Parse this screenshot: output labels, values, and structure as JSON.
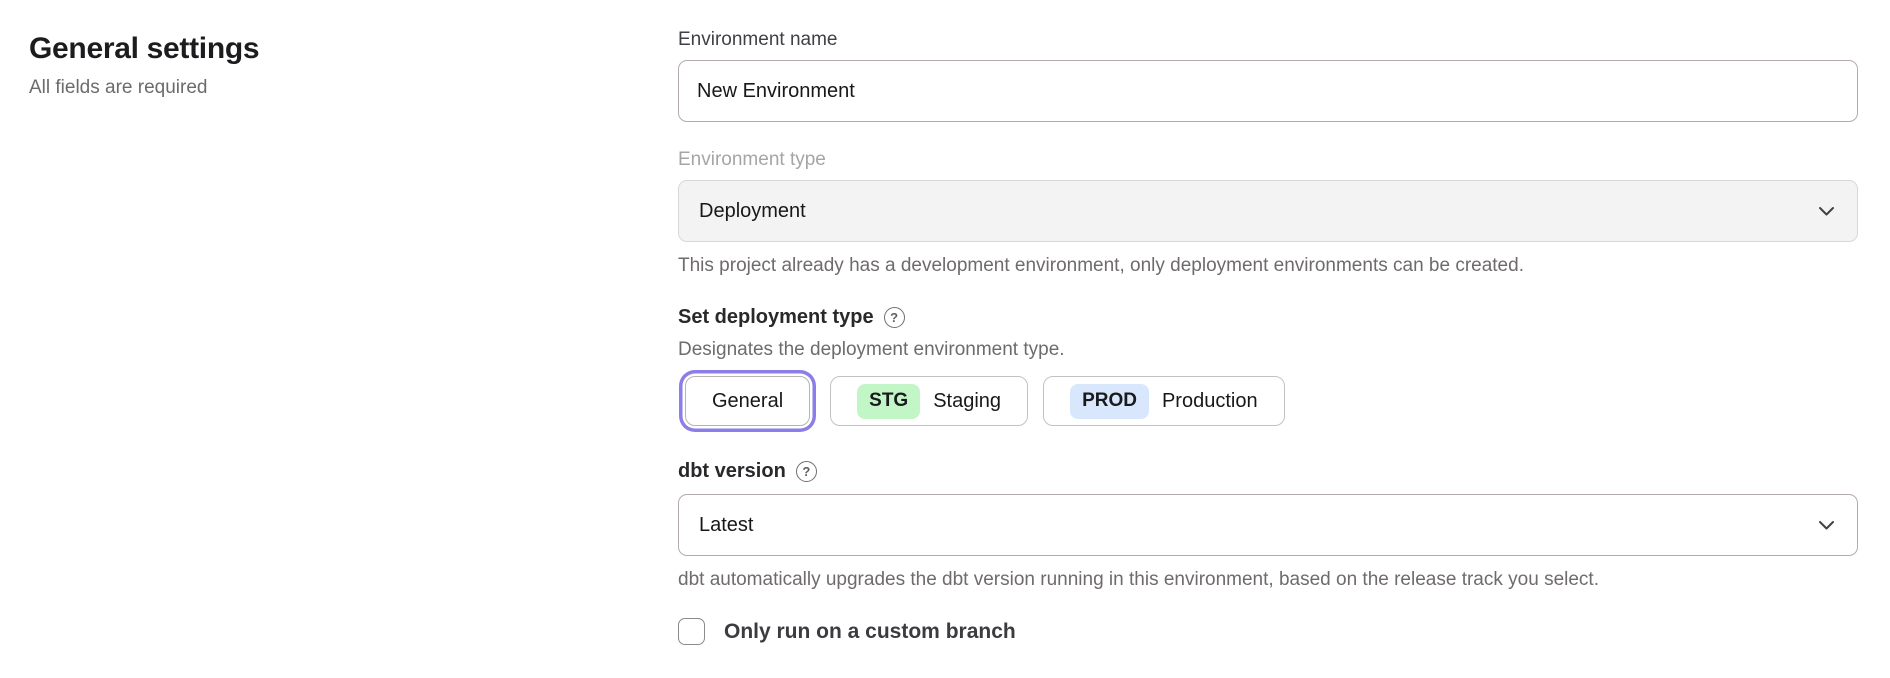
{
  "page": {
    "title": "General settings",
    "subtitle": "All fields are required"
  },
  "form": {
    "environment_name": {
      "label": "Environment name",
      "value": "New Environment"
    },
    "environment_type": {
      "label": "Environment type",
      "value": "Deployment",
      "disabled": true,
      "helper": "This project already has a development environment, only deployment environments can be created."
    },
    "deployment_type": {
      "label": "Set deployment type",
      "description": "Designates the deployment environment type.",
      "options": [
        {
          "label": "General",
          "badge": "",
          "selected": true
        },
        {
          "label": "Staging",
          "badge": "STG",
          "selected": false
        },
        {
          "label": "Production",
          "badge": "PROD",
          "selected": false
        }
      ]
    },
    "dbt_version": {
      "label": "dbt version",
      "value": "Latest",
      "helper": "dbt automatically upgrades the dbt version running in this environment, based on the release track you select."
    },
    "custom_branch": {
      "label": "Only run on a custom branch",
      "checked": false
    }
  },
  "icons": {
    "help": "?",
    "select_chevron": "chevron-down"
  },
  "colors": {
    "selected_ring": "#8b7ee9",
    "staging_badge_bg": "#c3f6c6",
    "production_badge_bg": "#d8e7fb",
    "disabled_field_bg": "#f4f3f3"
  }
}
